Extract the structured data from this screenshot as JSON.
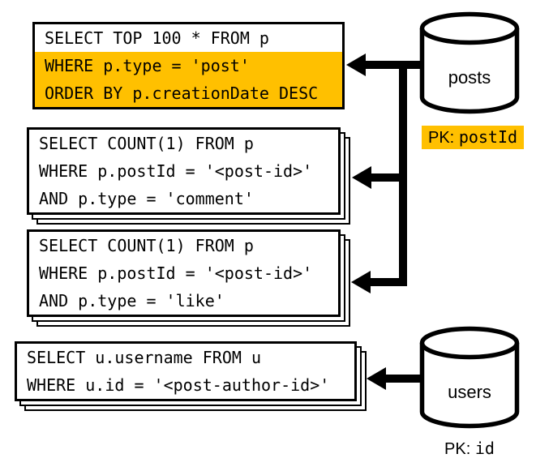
{
  "queries": [
    {
      "name": "top-posts-query",
      "stacked": false,
      "lines": [
        {
          "text": "SELECT TOP 100 * FROM p",
          "highlighted": false
        },
        {
          "text": "WHERE p.type = 'post'",
          "highlighted": true
        },
        {
          "text": "ORDER BY p.creationDate DESC",
          "highlighted": true
        }
      ]
    },
    {
      "name": "comment-count-query",
      "stacked": true,
      "lines": [
        {
          "text": "SELECT COUNT(1) FROM p",
          "highlighted": false
        },
        {
          "text": "WHERE p.postId = '<post-id>'",
          "highlighted": false
        },
        {
          "text": "AND p.type = 'comment'",
          "highlighted": false
        }
      ]
    },
    {
      "name": "like-count-query",
      "stacked": true,
      "lines": [
        {
          "text": "SELECT COUNT(1) FROM p",
          "highlighted": false
        },
        {
          "text": "WHERE p.postId = '<post-id>'",
          "highlighted": false
        },
        {
          "text": "AND p.type = 'like'",
          "highlighted": false
        }
      ]
    },
    {
      "name": "author-username-query",
      "stacked": true,
      "lines": [
        {
          "text": "SELECT u.username FROM u",
          "highlighted": false
        },
        {
          "text": "WHERE u.id = '<post-author-id>'",
          "highlighted": false
        }
      ]
    }
  ],
  "databases": [
    {
      "name": "posts",
      "pk_prefix": "PK:",
      "pk_field": "postId",
      "pk_highlighted": true
    },
    {
      "name": "users",
      "pk_prefix": "PK:",
      "pk_field": "id",
      "pk_highlighted": false
    }
  ],
  "colors": {
    "highlight": "#FFC000",
    "line": "#000000",
    "card_background": "#FFFFFF",
    "page_background": "#FFFFFF"
  }
}
